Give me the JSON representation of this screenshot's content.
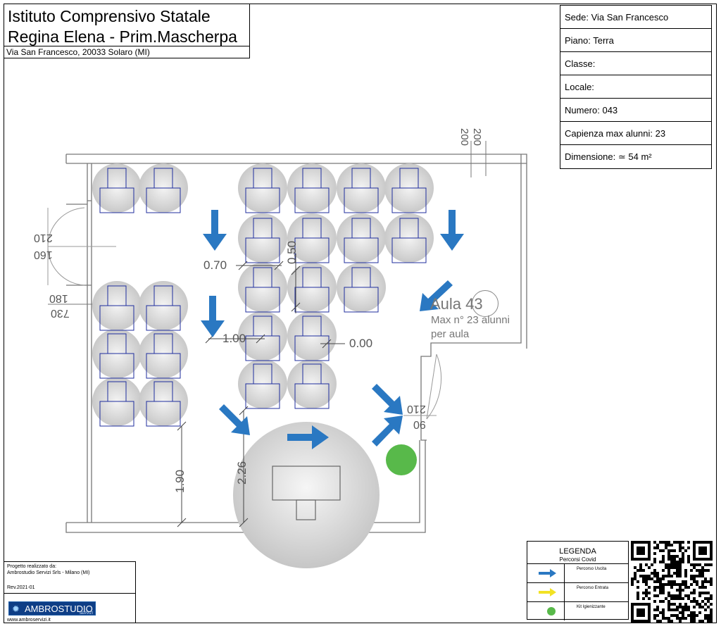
{
  "header": {
    "title_line1": "Istituto Comprensivo Statale",
    "title_line2": "Regina Elena - Prim.Mascherpa",
    "address": "Via San Francesco, 20033 Solaro (MI)"
  },
  "info_table": [
    {
      "label": "Sede: Via San Francesco"
    },
    {
      "label": "Piano: Terra"
    },
    {
      "label": "Classe:"
    },
    {
      "label": "Locale:"
    },
    {
      "label": "Numero: 043"
    },
    {
      "label": "Capienza max alunni: 23"
    },
    {
      "label": "Dimensione: ≃ 54 m²"
    }
  ],
  "room": {
    "name": "Aula 43",
    "capacity_line1": "Max n° 23 alunni",
    "capacity_line2": "per aula"
  },
  "dimensions": {
    "d_070": "0.70",
    "d_050": "0.50",
    "d_100": "1.00",
    "d_000": "0.00",
    "d_190": "1.90",
    "d_226": "2.26",
    "door_top_a": "200",
    "door_top_b": "200",
    "door_left_a": "210",
    "door_left_b": "160",
    "window_left_a": "180",
    "window_left_b": "730",
    "door_right_a": "210",
    "door_right_b": "90"
  },
  "credits": {
    "line1": "Progetto realizzato da:",
    "line2": "Ambrostudio Servizi Srls - Milano (MI)",
    "rev": "Rev.2021-01",
    "brand": "AMBROSTUDIO",
    "brand_sub": "SERVIZI",
    "website": "www.ambroservizi.it"
  },
  "legend": {
    "title": "LEGENDA",
    "subtitle": "Percorsi Covid",
    "items": [
      {
        "label": "Percorso Uscita",
        "color": "#2a78c2"
      },
      {
        "label": "Percorso Entrata",
        "color": "#f2e224"
      },
      {
        "label": "Kit Igienizzante",
        "color": "#58b94a"
      }
    ]
  },
  "colors": {
    "arrow": "#2a78c2",
    "desk": "#1f2e9e",
    "wall": "#7a7a7a",
    "sanitizer": "#58b94a"
  }
}
